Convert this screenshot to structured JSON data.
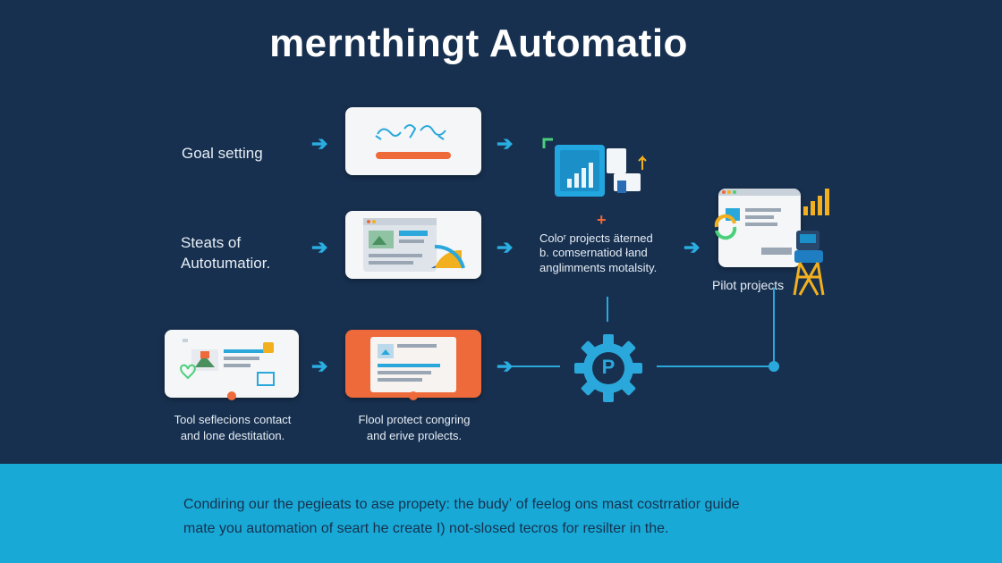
{
  "title": "mernthingt Automatio",
  "steps": {
    "goal": "Goal setting",
    "steats_line1": "Steats of",
    "steats_line2": "Autotumatior.",
    "color_line1": "Coloʳ projects äterned",
    "color_line2": "b. comsernatiod łand",
    "color_line3": "anglimments motalsity.",
    "pilot": "Pilot projects",
    "tool_line1": "Tool seflecions contact",
    "tool_line2": "and lone destitation.",
    "flool_line1": "Flool protect congring",
    "flool_line2": "and erive prolects."
  },
  "gear_letter": "P",
  "footer": {
    "line1": "Condiring our the pegieats to ase propety: the budyʼ of feelog ons mast costrratior guide",
    "line2": "mate you automation of seart he create I) not-slosed tecros for resilter in the."
  },
  "icons": [
    "arrow-right-icon",
    "gear-icon",
    "wave-icon",
    "chart-icon",
    "heart-icon",
    "plus-icon",
    "lighthouse-icon"
  ],
  "colors": {
    "background": "#17304f",
    "accent_blue": "#2aa8dc",
    "accent_orange": "#ee6a3a",
    "accent_yellow": "#f2b01e",
    "footer": "#19a9d6"
  }
}
